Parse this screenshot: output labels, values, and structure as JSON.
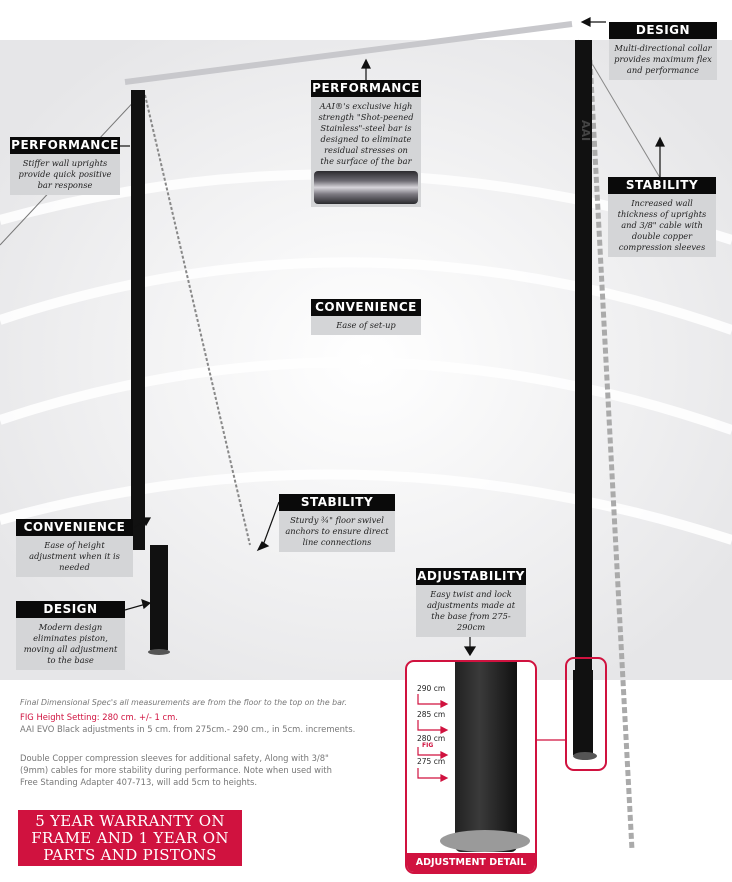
{
  "callouts": {
    "design_top": {
      "title": "DESIGN",
      "text": "Multi-directional collar provides maximum flex and performance"
    },
    "performance_center": {
      "title": "PERFORMANCE",
      "text": "AAI®'s exclusive high strength \"Shot-peened Stainless\"-steel bar is designed to eliminate residual stresses on the surface of the bar"
    },
    "performance_left": {
      "title": "PERFORMANCE",
      "text": "Stiffer wall uprights provide quick positive bar response"
    },
    "stability_right": {
      "title": "STABILITY",
      "text": "Increased wall thickness of uprights and 3/8\" cable with double copper compression sleeves"
    },
    "convenience_center": {
      "title": "CONVENIENCE",
      "text": "Ease of set-up"
    },
    "stability_mid": {
      "title": "STABILITY",
      "text": "Sturdy ¾\" floor swivel anchors to ensure direct line connections"
    },
    "convenience_left": {
      "title": "CONVENIENCE",
      "text": "Ease of height adjustment when it is needed"
    },
    "design_left": {
      "title": "DESIGN",
      "text": "Modern design eliminates piston, moving all adjustment to the base"
    },
    "adjustability": {
      "title": "ADJUSTABILITY",
      "text": "Easy twist and lock adjustments made at the base from 275-290cm"
    }
  },
  "upright_logo": "AAI",
  "specs": {
    "note": "Final Dimensional Spec's all measurements are from the floor to the top on the bar.",
    "fig_height": "FIG Height Setting: 280 cm. +/- 1 cm.",
    "adjustments": "AAI EVO Black adjustments in 5 cm. from 275cm.- 290 cm., in 5cm. increments.",
    "copper": "Double Copper compression sleeves for additional safety, Along with 3/8\" (9mm) cables for more stability during performance. Note when used with Free Standing Adapter 407-713, will add 5cm to heights."
  },
  "warranty": "5 YEAR WARRANTY ON FRAME AND 1 YEAR ON PARTS AND PISTONS",
  "detail": {
    "caption": "ADJUSTMENT DETAIL",
    "marks": [
      "290 cm",
      "285 cm",
      "280 cm",
      "275 cm"
    ],
    "fig_label": "FIG"
  },
  "colors": {
    "accent": "#d0123f",
    "callout_bg": "#d4d5d7",
    "header_bg": "#0a0a0a"
  }
}
